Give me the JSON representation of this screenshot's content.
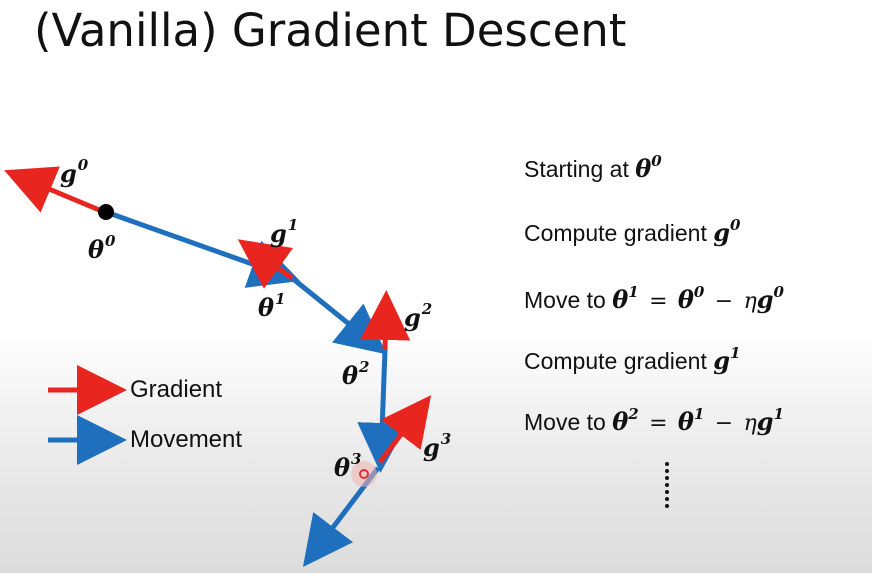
{
  "slide": {
    "title": "(Vanilla) Gradient Descent"
  },
  "diagram": {
    "colors": {
      "gradient": "#e8251e",
      "movement": "#1f6fbf",
      "point": "#000000",
      "cursor": "#e03030"
    },
    "points": [
      {
        "symbol": "θ",
        "index": "0"
      },
      {
        "symbol": "θ",
        "index": "1"
      },
      {
        "symbol": "θ",
        "index": "2"
      },
      {
        "symbol": "θ",
        "index": "3"
      }
    ],
    "gradients": [
      {
        "symbol": "g",
        "index": "0"
      },
      {
        "symbol": "g",
        "index": "1"
      },
      {
        "symbol": "g",
        "index": "2"
      },
      {
        "symbol": "g",
        "index": "3"
      }
    ]
  },
  "legend": {
    "gradient_label": "Gradient",
    "movement_label": "Movement"
  },
  "steps": [
    {
      "text": "Starting at",
      "math": [
        {
          "sym": "θ",
          "sup": "0"
        }
      ]
    },
    {
      "text": "Compute gradient",
      "math": [
        {
          "sym": "g",
          "sup": "0"
        }
      ]
    },
    {
      "text": "Move to",
      "lhs": {
        "sym": "θ",
        "sup": "1"
      },
      "eq": "=",
      "rhs1": {
        "sym": "θ",
        "sup": "0"
      },
      "minus": "−",
      "eta": "η",
      "rhs2": {
        "sym": "g",
        "sup": "0"
      }
    },
    {
      "text": "Compute gradient",
      "math": [
        {
          "sym": "g",
          "sup": "1"
        }
      ]
    },
    {
      "text": "Move to",
      "lhs": {
        "sym": "θ",
        "sup": "2"
      },
      "eq": "=",
      "rhs1": {
        "sym": "θ",
        "sup": "1"
      },
      "minus": "−",
      "eta": "η",
      "rhs2": {
        "sym": "g",
        "sup": "1"
      }
    }
  ],
  "continuation": "⋮"
}
